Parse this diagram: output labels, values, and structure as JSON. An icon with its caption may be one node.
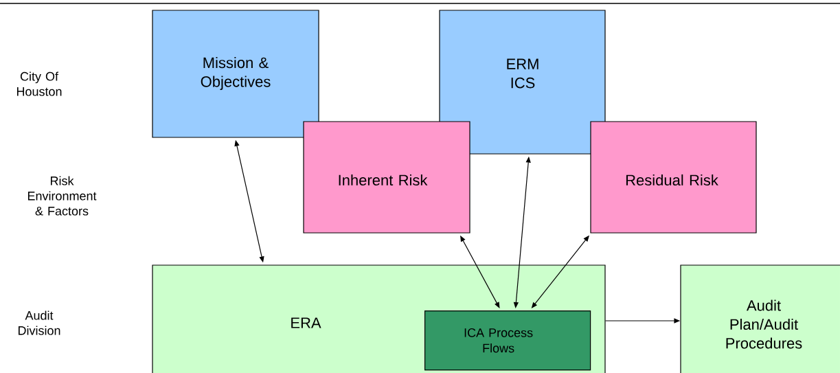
{
  "diagram": {
    "nodes": [
      {
        "text": [
          "Mission & Objectives"
        ]
      },
      {
        "text": [
          "ERM ICS"
        ]
      },
      {
        "text": [
          "Inherent Risk"
        ]
      },
      {
        "text": [
          "Residual Risk"
        ]
      },
      {
        "text": [
          "ERA"
        ]
      },
      {
        "text": [
          "ICA Process Flows"
        ],
        "in": 4
      },
      {
        "text": [
          "Audit Plan/Audit Procedures"
        ]
      }
    ],
    "edges": [
      {
        "from": 0,
        "to": 4,
        "arrow": "both"
      },
      {
        "from": 2,
        "to": 5,
        "arrow": "both"
      },
      {
        "from": 1,
        "to": 5,
        "arrow": "both"
      },
      {
        "from": 3,
        "to": 5,
        "arrow": "both"
      },
      {
        "from": 4,
        "to": 6,
        "arrow": "to"
      }
    ],
    "labels": [
      "City Of Houston",
      "Risk Environment & Factors",
      "Audit Division"
    ]
  }
}
